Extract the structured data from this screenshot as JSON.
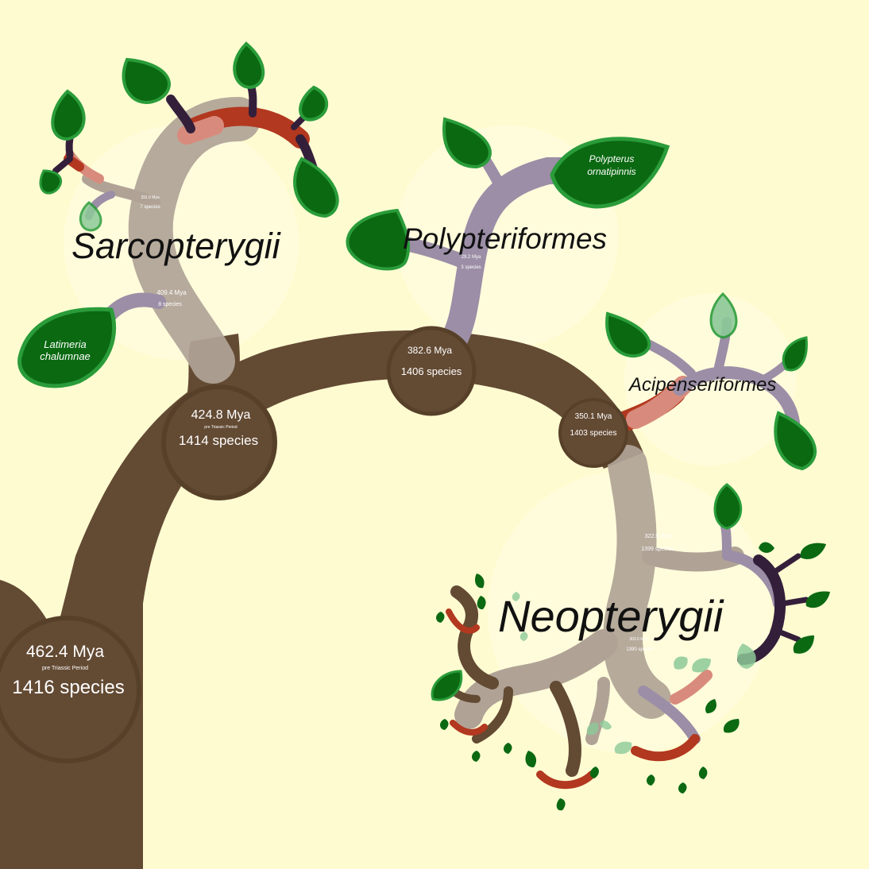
{
  "colors": {
    "background": "#fffbd1",
    "trunk": "#634a33",
    "branch_old": "#b0a396",
    "branch_mid": "#9b8ea6",
    "branch_dark": "#341f3a",
    "branch_red": "#b2381f",
    "branch_pink": "#d88b7c",
    "leaf_dark": "#0b6912",
    "leaf_edge": "#2a9c3a",
    "leaf_light": "#8cc998",
    "halo": "#fffde6"
  },
  "clades": {
    "sarcopterygii": "Sarcopterygii",
    "polypteriformes": "Polypteriformes",
    "acipenseriformes": "Acipenseriformes",
    "neopterygii": "Neopterygii"
  },
  "nodes": {
    "root": {
      "age": "462.4 Mya",
      "period": "pre Triassic Period",
      "species": "1416 species"
    },
    "n1": {
      "age": "424.8 Mya",
      "period": "pre Triassic Period",
      "species": "1414 species"
    },
    "n2": {
      "age": "382.6 Mya",
      "species": "1406 species"
    },
    "n3": {
      "age": "350.1 Mya",
      "species": "1403 species"
    },
    "sarc_a": {
      "age": "409.4 Mya",
      "species": "8 species"
    },
    "sarc_b": {
      "age": "391.9 Mya",
      "species": "7 species"
    },
    "poly": {
      "age": "29.2 Mya",
      "species": "3 species"
    },
    "neo_a": {
      "age": "322.5 Mya",
      "species": "1399 species"
    },
    "neo_b": {
      "age": "303.0 Mya",
      "species": "1390 species"
    }
  },
  "leaves": {
    "latimeria": [
      "Latimeria",
      "chalumnae"
    ],
    "polypterus": [
      "Polypterus",
      "ornatipinnis"
    ]
  }
}
